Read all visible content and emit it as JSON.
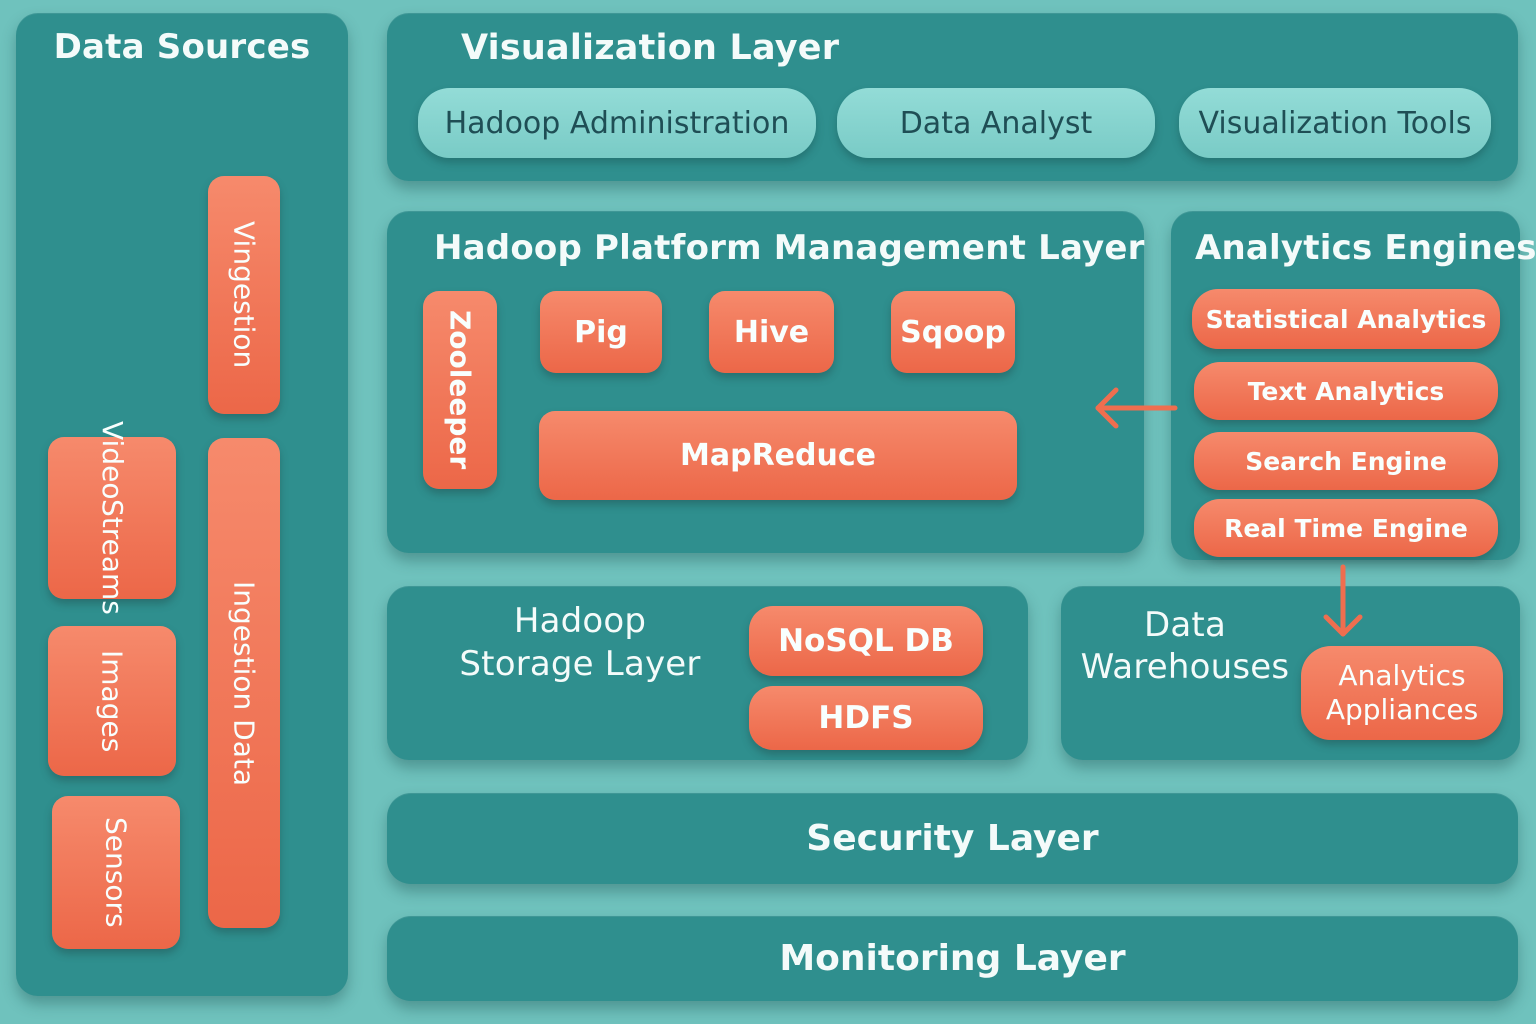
{
  "data_sources": {
    "title": "Data Sources",
    "vingestion": "Vingestion",
    "ingestion_data": "Ingestion Data",
    "video_line1": "Video",
    "video_line2": "Streams",
    "images": "Images",
    "sensors": "Sensors"
  },
  "visualization": {
    "title": "Visualization Layer",
    "items": [
      "Hadoop Administration",
      "Data Analyst",
      "Visualization Tools"
    ]
  },
  "platform": {
    "title": "Hadoop Platform Management Layer",
    "zookeeper": "Zooleeper",
    "pig": "Pig",
    "hive": "Hive",
    "sqoop": "Sqoop",
    "mapreduce": "MapReduce"
  },
  "analytics": {
    "title": "Analytics Engines",
    "items": [
      "Statistical Analytics",
      "Text Analytics",
      "Search Engine",
      "Real Time Engine"
    ]
  },
  "storage": {
    "title_line1": "Hadoop",
    "title_line2": "Storage Layer",
    "nosql": "NoSQL DB",
    "hdfs": "HDFS"
  },
  "warehouses": {
    "title_line1": "Data",
    "title_line2": "Warehouses",
    "appliances_line1": "Analytics",
    "appliances_line2": "Appliances"
  },
  "security": {
    "title": "Security Layer"
  },
  "monitoring": {
    "title": "Monitoring Layer"
  },
  "colors": {
    "background": "#6fc2bd",
    "panel": "#2f8f8e",
    "chip": "#ef6e4f",
    "pill": "#86d4cf"
  }
}
